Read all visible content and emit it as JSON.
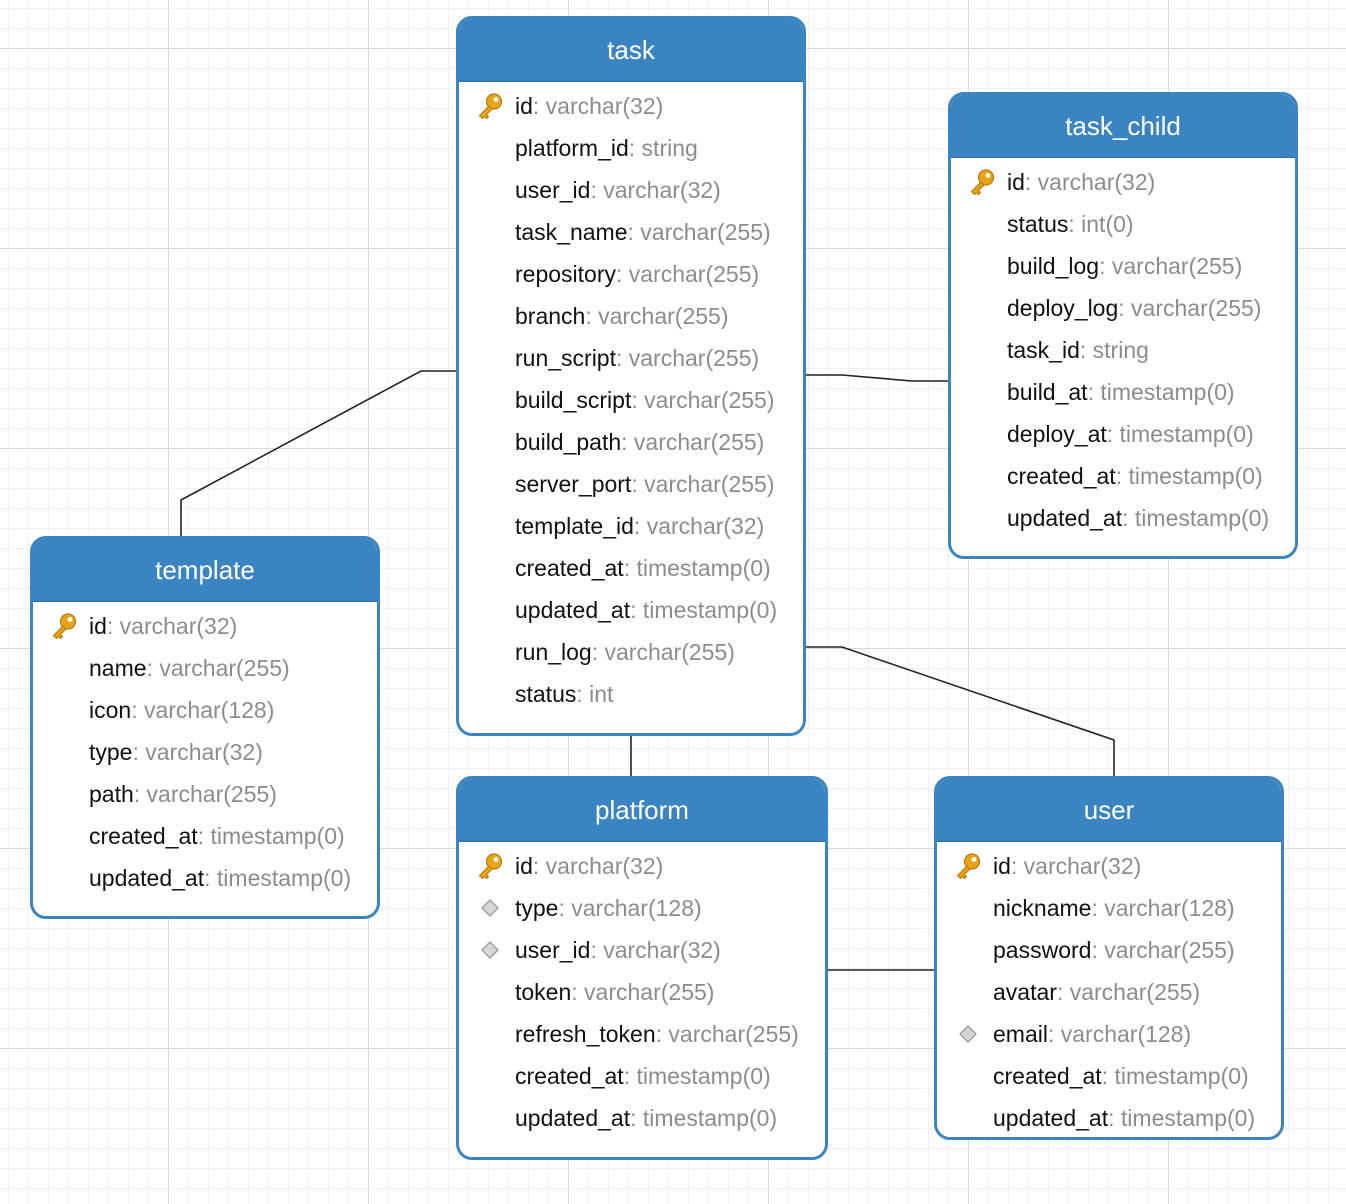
{
  "entities": {
    "task": {
      "title": "task",
      "fields": [
        {
          "name": "id",
          "type": ": varchar(32)",
          "icon": "primary-key-icon"
        },
        {
          "name": "platform_id",
          "type": ": string",
          "icon": ""
        },
        {
          "name": "user_id",
          "type": ": varchar(32)",
          "icon": ""
        },
        {
          "name": "task_name",
          "type": ": varchar(255)",
          "icon": ""
        },
        {
          "name": "repository",
          "type": ": varchar(255)",
          "icon": ""
        },
        {
          "name": "branch",
          "type": ": varchar(255)",
          "icon": ""
        },
        {
          "name": "run_script",
          "type": ": varchar(255)",
          "icon": ""
        },
        {
          "name": "build_script",
          "type": ": varchar(255)",
          "icon": ""
        },
        {
          "name": "build_path",
          "type": ": varchar(255)",
          "icon": ""
        },
        {
          "name": "server_port",
          "type": ": varchar(255)",
          "icon": ""
        },
        {
          "name": "template_id",
          "type": ": varchar(32)",
          "icon": ""
        },
        {
          "name": "created_at",
          "type": ": timestamp(0)",
          "icon": ""
        },
        {
          "name": "updated_at",
          "type": ": timestamp(0)",
          "icon": ""
        },
        {
          "name": "run_log",
          "type": ": varchar(255)",
          "icon": ""
        },
        {
          "name": "status",
          "type": ": int",
          "icon": ""
        }
      ]
    },
    "task_child": {
      "title": "task_child",
      "fields": [
        {
          "name": "id",
          "type": ": varchar(32)",
          "icon": "primary-key-icon"
        },
        {
          "name": "status",
          "type": ": int(0)",
          "icon": ""
        },
        {
          "name": "build_log",
          "type": ": varchar(255)",
          "icon": ""
        },
        {
          "name": "deploy_log",
          "type": ": varchar(255)",
          "icon": ""
        },
        {
          "name": "task_id",
          "type": ": string",
          "icon": ""
        },
        {
          "name": "build_at",
          "type": ": timestamp(0)",
          "icon": ""
        },
        {
          "name": "deploy_at",
          "type": ": timestamp(0)",
          "icon": ""
        },
        {
          "name": "created_at",
          "type": ": timestamp(0)",
          "icon": ""
        },
        {
          "name": "updated_at",
          "type": ": timestamp(0)",
          "icon": ""
        }
      ]
    },
    "template": {
      "title": "template",
      "fields": [
        {
          "name": "id",
          "type": ": varchar(32)",
          "icon": "primary-key-icon"
        },
        {
          "name": "name",
          "type": ": varchar(255)",
          "icon": ""
        },
        {
          "name": "icon",
          "type": ": varchar(128)",
          "icon": ""
        },
        {
          "name": "type",
          "type": ": varchar(32)",
          "icon": ""
        },
        {
          "name": "path",
          "type": ": varchar(255)",
          "icon": ""
        },
        {
          "name": "created_at",
          "type": ": timestamp(0)",
          "icon": ""
        },
        {
          "name": "updated_at",
          "type": ": timestamp(0)",
          "icon": ""
        }
      ]
    },
    "platform": {
      "title": "platform",
      "fields": [
        {
          "name": "id",
          "type": ": varchar(32)",
          "icon": "primary-key-icon"
        },
        {
          "name": "type",
          "type": ": varchar(128)",
          "icon": "index-diamond-icon"
        },
        {
          "name": "user_id",
          "type": ": varchar(32)",
          "icon": "index-diamond-icon"
        },
        {
          "name": "token",
          "type": ": varchar(255)",
          "icon": ""
        },
        {
          "name": "refresh_token",
          "type": ": varchar(255)",
          "icon": ""
        },
        {
          "name": "created_at",
          "type": ": timestamp(0)",
          "icon": ""
        },
        {
          "name": "updated_at",
          "type": ": timestamp(0)",
          "icon": ""
        }
      ]
    },
    "user": {
      "title": "user",
      "fields": [
        {
          "name": "id",
          "type": ": varchar(32)",
          "icon": "primary-key-icon"
        },
        {
          "name": "nickname",
          "type": ": varchar(128)",
          "icon": ""
        },
        {
          "name": "password",
          "type": ": varchar(255)",
          "icon": ""
        },
        {
          "name": "avatar",
          "type": ": varchar(255)",
          "icon": ""
        },
        {
          "name": "email",
          "type": ": varchar(128)",
          "icon": "index-diamond-icon"
        },
        {
          "name": "created_at",
          "type": ": timestamp(0)",
          "icon": ""
        },
        {
          "name": "updated_at",
          "type": ": timestamp(0)",
          "icon": ""
        }
      ]
    }
  },
  "relationships": [
    {
      "from": "task",
      "to": "template"
    },
    {
      "from": "task",
      "to": "task_child"
    },
    {
      "from": "task",
      "to": "platform"
    },
    {
      "from": "task",
      "to": "user"
    },
    {
      "from": "platform",
      "to": "user"
    }
  ],
  "colors": {
    "header": "#3a84c1",
    "border": "#3a84c1",
    "field_name": "#111111",
    "field_type": "#8c8c8c",
    "key_icon": "#e8a317",
    "connector": "#222222"
  }
}
